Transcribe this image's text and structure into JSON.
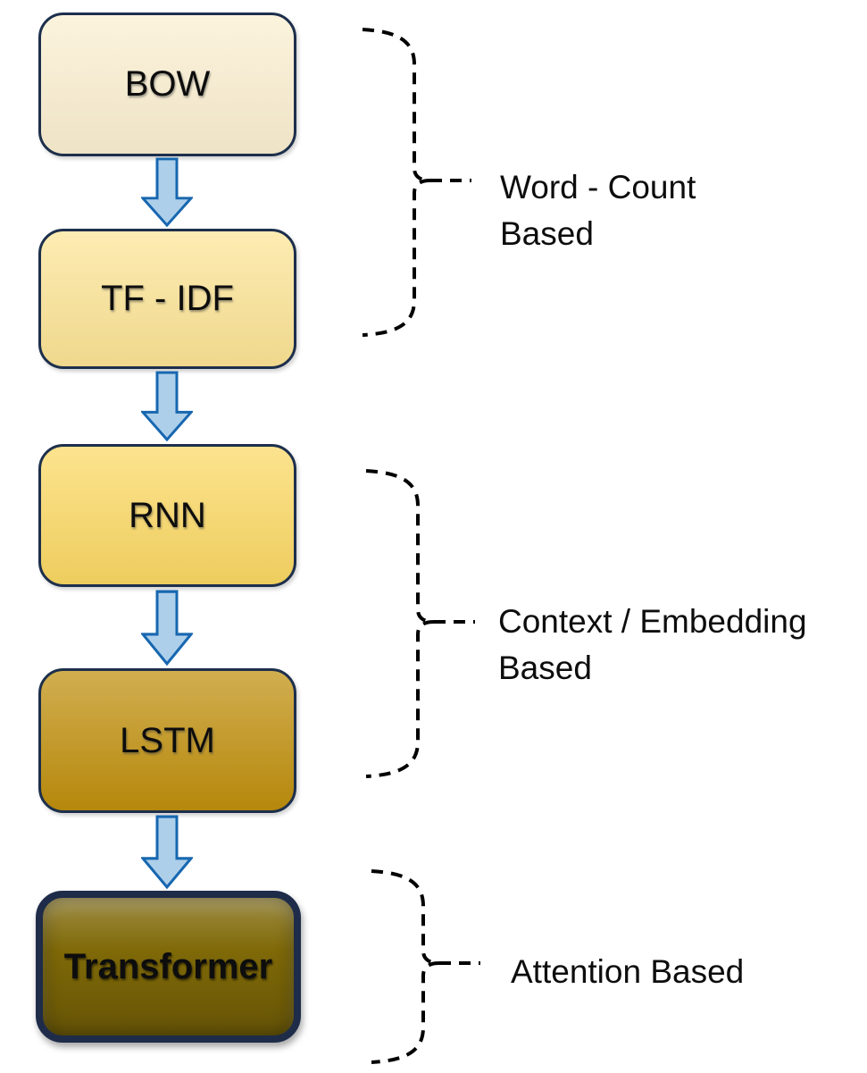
{
  "nodes": [
    {
      "id": "bow",
      "label": "BOW",
      "fill": "#FBEFD0"
    },
    {
      "id": "tf-idf",
      "label": "TF - IDF",
      "fill": "#FCE495"
    },
    {
      "id": "rnn",
      "label": "RNN",
      "fill": "#FBD863"
    },
    {
      "id": "lstm",
      "label": "LSTM",
      "fill": "#BF8F0C"
    },
    {
      "id": "transformer",
      "label": "Transformer",
      "fill": "#7F6908"
    }
  ],
  "groups": [
    {
      "label": "Word - Count\nBased",
      "covers": [
        "BOW",
        "TF - IDF"
      ]
    },
    {
      "label": "Context / Embedding\nBased",
      "covers": [
        "RNN",
        "LSTM"
      ]
    },
    {
      "label": "Attention Based",
      "covers": [
        "Transformer"
      ]
    }
  ],
  "colors": {
    "box-border": "#1D2F4C",
    "transformer-border": "#1E2C49",
    "arrow-fill": "#AECFEA",
    "arrow-stroke": "#1767B0",
    "brace-stroke": "#000000",
    "label-text": "#0D0D0D"
  }
}
